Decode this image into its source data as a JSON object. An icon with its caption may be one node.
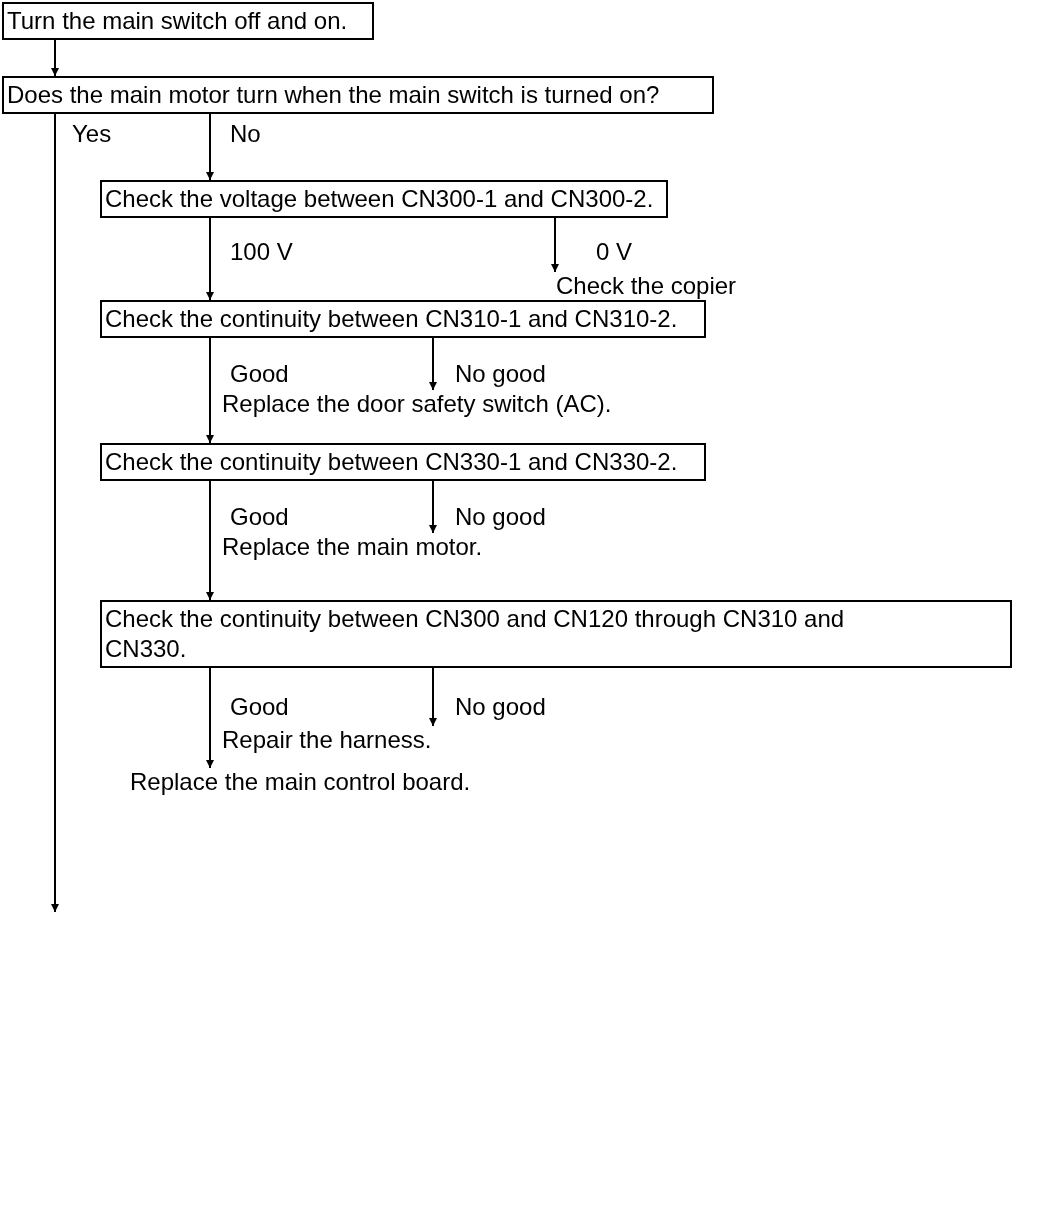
{
  "diagram": {
    "nodes": [
      {
        "text": [
          "Turn the main switch off and on."
        ]
      },
      {
        "text": [
          "Does the main motor turn when the main switch is turned on?"
        ]
      },
      {
        "text": [
          "Check the voltage between CN300-1 and CN300-2."
        ]
      },
      {
        "text": [
          "Check the copier"
        ]
      },
      {
        "text": [
          "Check the continuity between CN310-1 and CN310-2."
        ]
      },
      {
        "text": [
          "Replace the door safety switch (AC)."
        ]
      },
      {
        "text": [
          "Check the continuity between CN330-1 and CN330-2."
        ]
      },
      {
        "text": [
          "Replace the main motor."
        ]
      },
      {
        "text": [
          "Check the continuity between CN300 and CN120 through CN310 and CN330."
        ]
      },
      {
        "text": [
          "Repair the harness."
        ]
      },
      {
        "text": [
          "Replace the main control board."
        ]
      }
    ],
    "edges": [
      {
        "from": 0,
        "to": 1,
        "arrow": "to"
      },
      {
        "from": 1,
        "to": null,
        "arrow": "to",
        "label": "Yes"
      },
      {
        "from": 1,
        "to": 2,
        "arrow": "to",
        "label": "No"
      },
      {
        "from": 2,
        "to": 4,
        "arrow": "to",
        "label": "100 V"
      },
      {
        "from": 2,
        "to": 3,
        "arrow": "to",
        "label": "0 V"
      },
      {
        "from": 4,
        "to": 6,
        "arrow": "to",
        "label": "Good"
      },
      {
        "from": 4,
        "to": 5,
        "arrow": "to",
        "label": "No good"
      },
      {
        "from": 6,
        "to": 8,
        "arrow": "to",
        "label": "Good"
      },
      {
        "from": 6,
        "to": 7,
        "arrow": "to",
        "label": "No good"
      },
      {
        "from": 8,
        "to": 10,
        "arrow": "to",
        "label": "Good"
      },
      {
        "from": 8,
        "to": 9,
        "arrow": "to",
        "label": "No good"
      }
    ]
  }
}
